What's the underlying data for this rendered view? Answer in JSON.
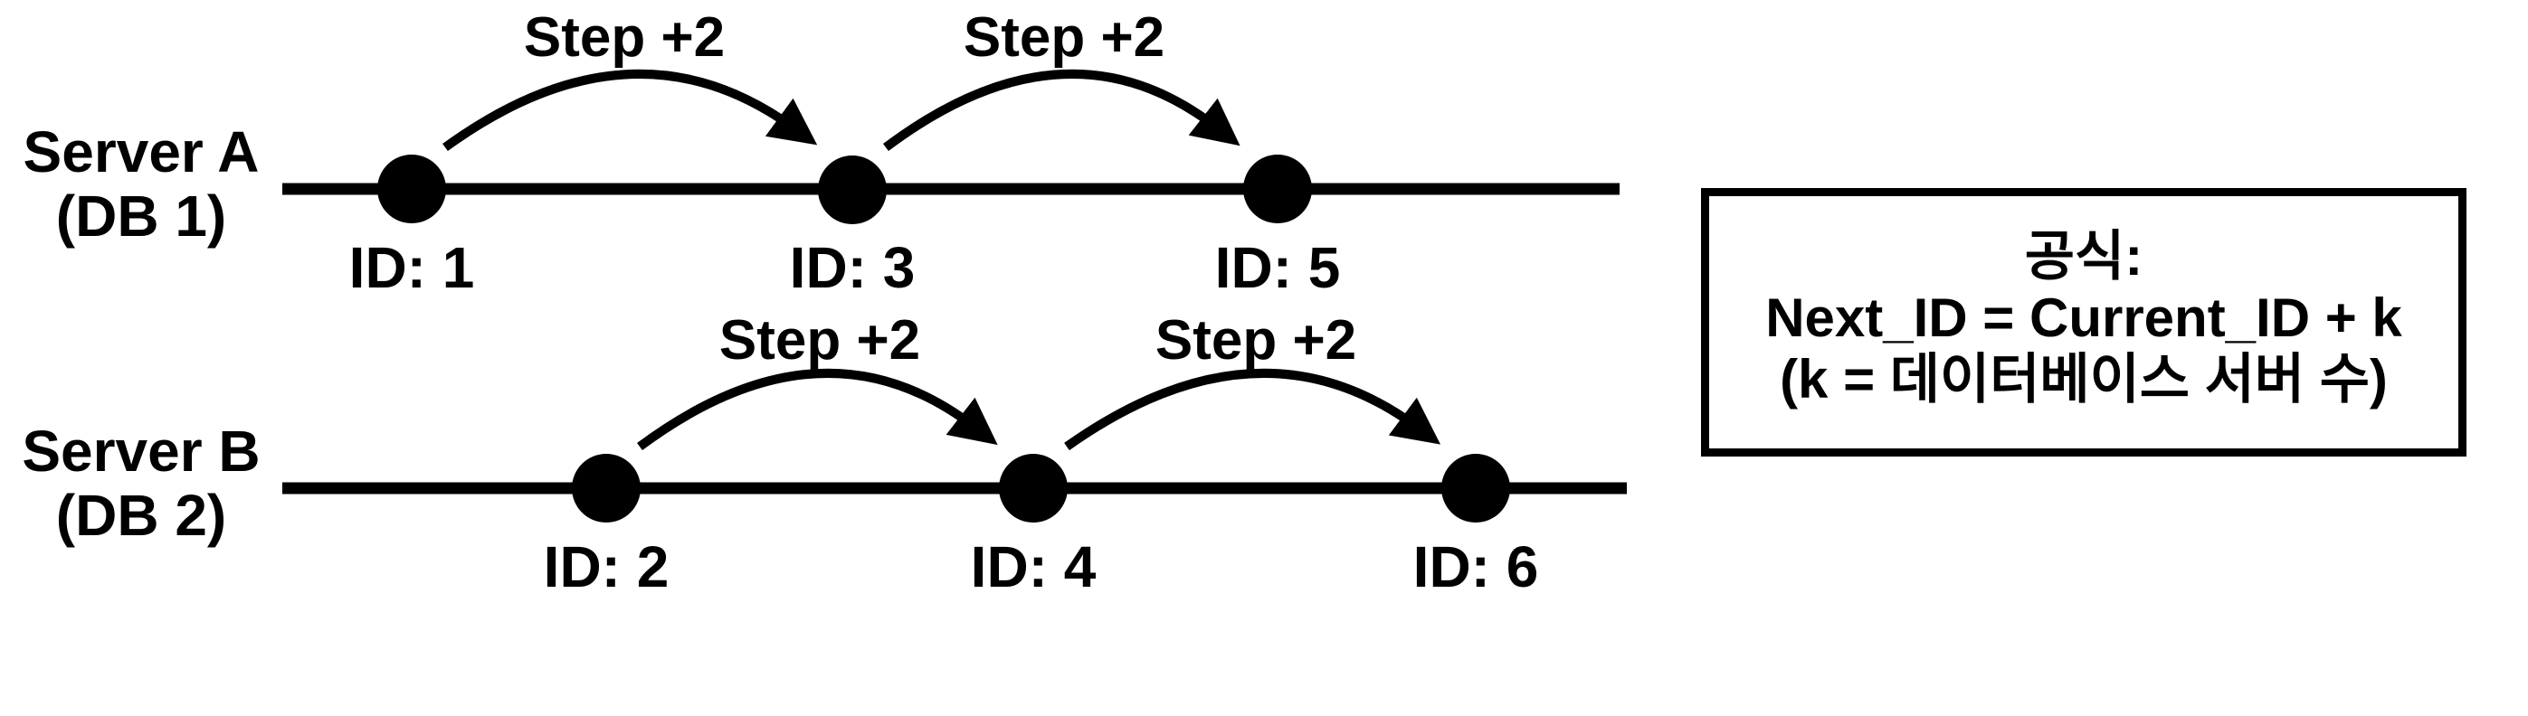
{
  "colors": {
    "background": "#ffffff",
    "ink": "#000000"
  },
  "timelines": [
    {
      "name_line1": "Server A",
      "name_line2": "(DB 1)",
      "events": [
        {
          "label": "ID: 1"
        },
        {
          "label": "ID: 3"
        },
        {
          "label": "ID: 5"
        }
      ],
      "steps": [
        {
          "label": "Step +2"
        },
        {
          "label": "Step +2"
        }
      ]
    },
    {
      "name_line1": "Server B",
      "name_line2": "(DB 2)",
      "events": [
        {
          "label": "ID: 2"
        },
        {
          "label": "ID: 4"
        },
        {
          "label": "ID: 6"
        }
      ],
      "steps": [
        {
          "label": "Step +2"
        },
        {
          "label": "Step +2"
        }
      ]
    }
  ],
  "formula_box": {
    "title": "공식:",
    "formula": "Next_ID = Current_ID + k",
    "note": "(k = 데이터베이스 서버 수)"
  }
}
